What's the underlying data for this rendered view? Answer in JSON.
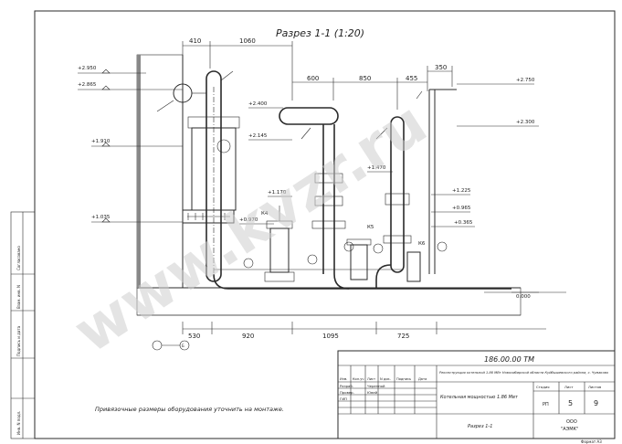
{
  "title": "Разрез 1-1 (1:20)",
  "watermark": "www.kvzr.ru",
  "note": "Привязочные размеры оборудования уточнить на монтаже.",
  "dimensions_top": [
    "410",
    "1060",
    "600",
    "850",
    "455",
    "350"
  ],
  "dimensions_bottom": [
    "530",
    "920",
    "1095",
    "725"
  ],
  "levels_left": [
    "+2.950",
    "+2.865",
    "+1.910",
    "+1.035"
  ],
  "levels_mid": [
    "+2.400",
    "+2.145",
    "+1.170",
    "+0.970",
    "+1.470"
  ],
  "levels_right": [
    "+2.750",
    "+2.300",
    "+1.225",
    "+0.965",
    "+0.365",
    "0.000"
  ],
  "pump_labels": [
    "К4",
    "К5",
    "К6"
  ],
  "axis_labels": [
    "Б"
  ],
  "left_strip": [
    "Согласовано",
    "Взам. инв. N",
    "Подпись и дата",
    "Инв. N подл."
  ],
  "title_block": {
    "code": "186.00.00 ТМ",
    "project": "Реконструкция котельной 1.86 МВт Новосибирской области Куйбышевского района, с. Чумаково",
    "object": "Котельная мощностью 1.86 Мвт",
    "sheet_name": "Разрез 1-1",
    "headers": [
      "Изм.",
      "Кол.уч",
      "Лист",
      "N док.",
      "Подпись",
      "Дата"
    ],
    "roles": [
      "Разраб.",
      "Провер.",
      "ГИП"
    ],
    "names": [
      "Черепной",
      "Ювей"
    ],
    "stage_label": "Стадия",
    "sheet_label": "Лист",
    "sheets_label": "Листов",
    "stage": "РП",
    "sheet": "5",
    "sheets": "9",
    "company_1": "ООО",
    "company_2": "\"АЭМК\"",
    "format": "Формат А3"
  }
}
